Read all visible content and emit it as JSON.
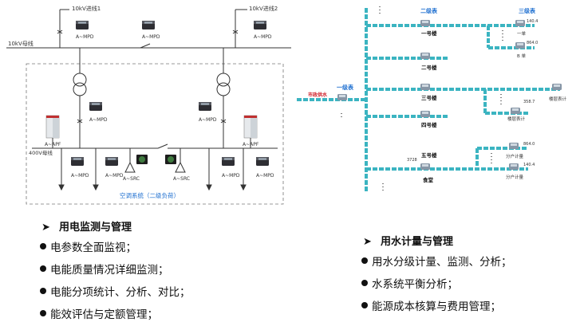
{
  "left_diagram": {
    "incoming_1": "10kV进线1",
    "incoming_2": "10kV进线2",
    "busbar_10kv": "10kV母线",
    "busbar_400v": "400V母线",
    "load_group": "空调系统（二级负荷）",
    "device_mpd": "A~MPD",
    "device_apf": "A~APF",
    "device_src": "A~SRC"
  },
  "right_diagram": {
    "level1": "一级表",
    "level2": "二级表",
    "level3": "三级表",
    "source": "市政供水",
    "building1": "一号楼",
    "building2": "二号楼",
    "building3": "三号楼",
    "building4": "四号楼",
    "building5": "五号楼",
    "canteen": "食堂",
    "unit_a": "一单",
    "unit_b": "B 单",
    "main_meter": "楼层表计",
    "floor_meter": "楼层表计",
    "sub_meter_1": "分户计量",
    "sub_meter_2": "分户计量",
    "reading_140": "140.4",
    "reading_864": "864.0",
    "reading_3587": "358.7",
    "reading_8640": "864.0",
    "reading_1404": "140.4",
    "reading_3728": "3728"
  },
  "electric": {
    "title": "用电监测与管理",
    "items": [
      "电参数全面监视；",
      "电能质量情况详细监测；",
      "电能分项统计、分析、对比；",
      "能效评估与定额管理；"
    ]
  },
  "water": {
    "title": "用水计量与管理",
    "items": [
      "用水分级计量、监测、分析；",
      "水系统平衡分析；",
      "能源成本核算与费用管理；"
    ]
  },
  "colors": {
    "pipe": "#3bb4c1",
    "level_label": "#1e6fd0",
    "source_label": "#d0202a",
    "line": "#333333",
    "meter": "#7a8a9a"
  }
}
